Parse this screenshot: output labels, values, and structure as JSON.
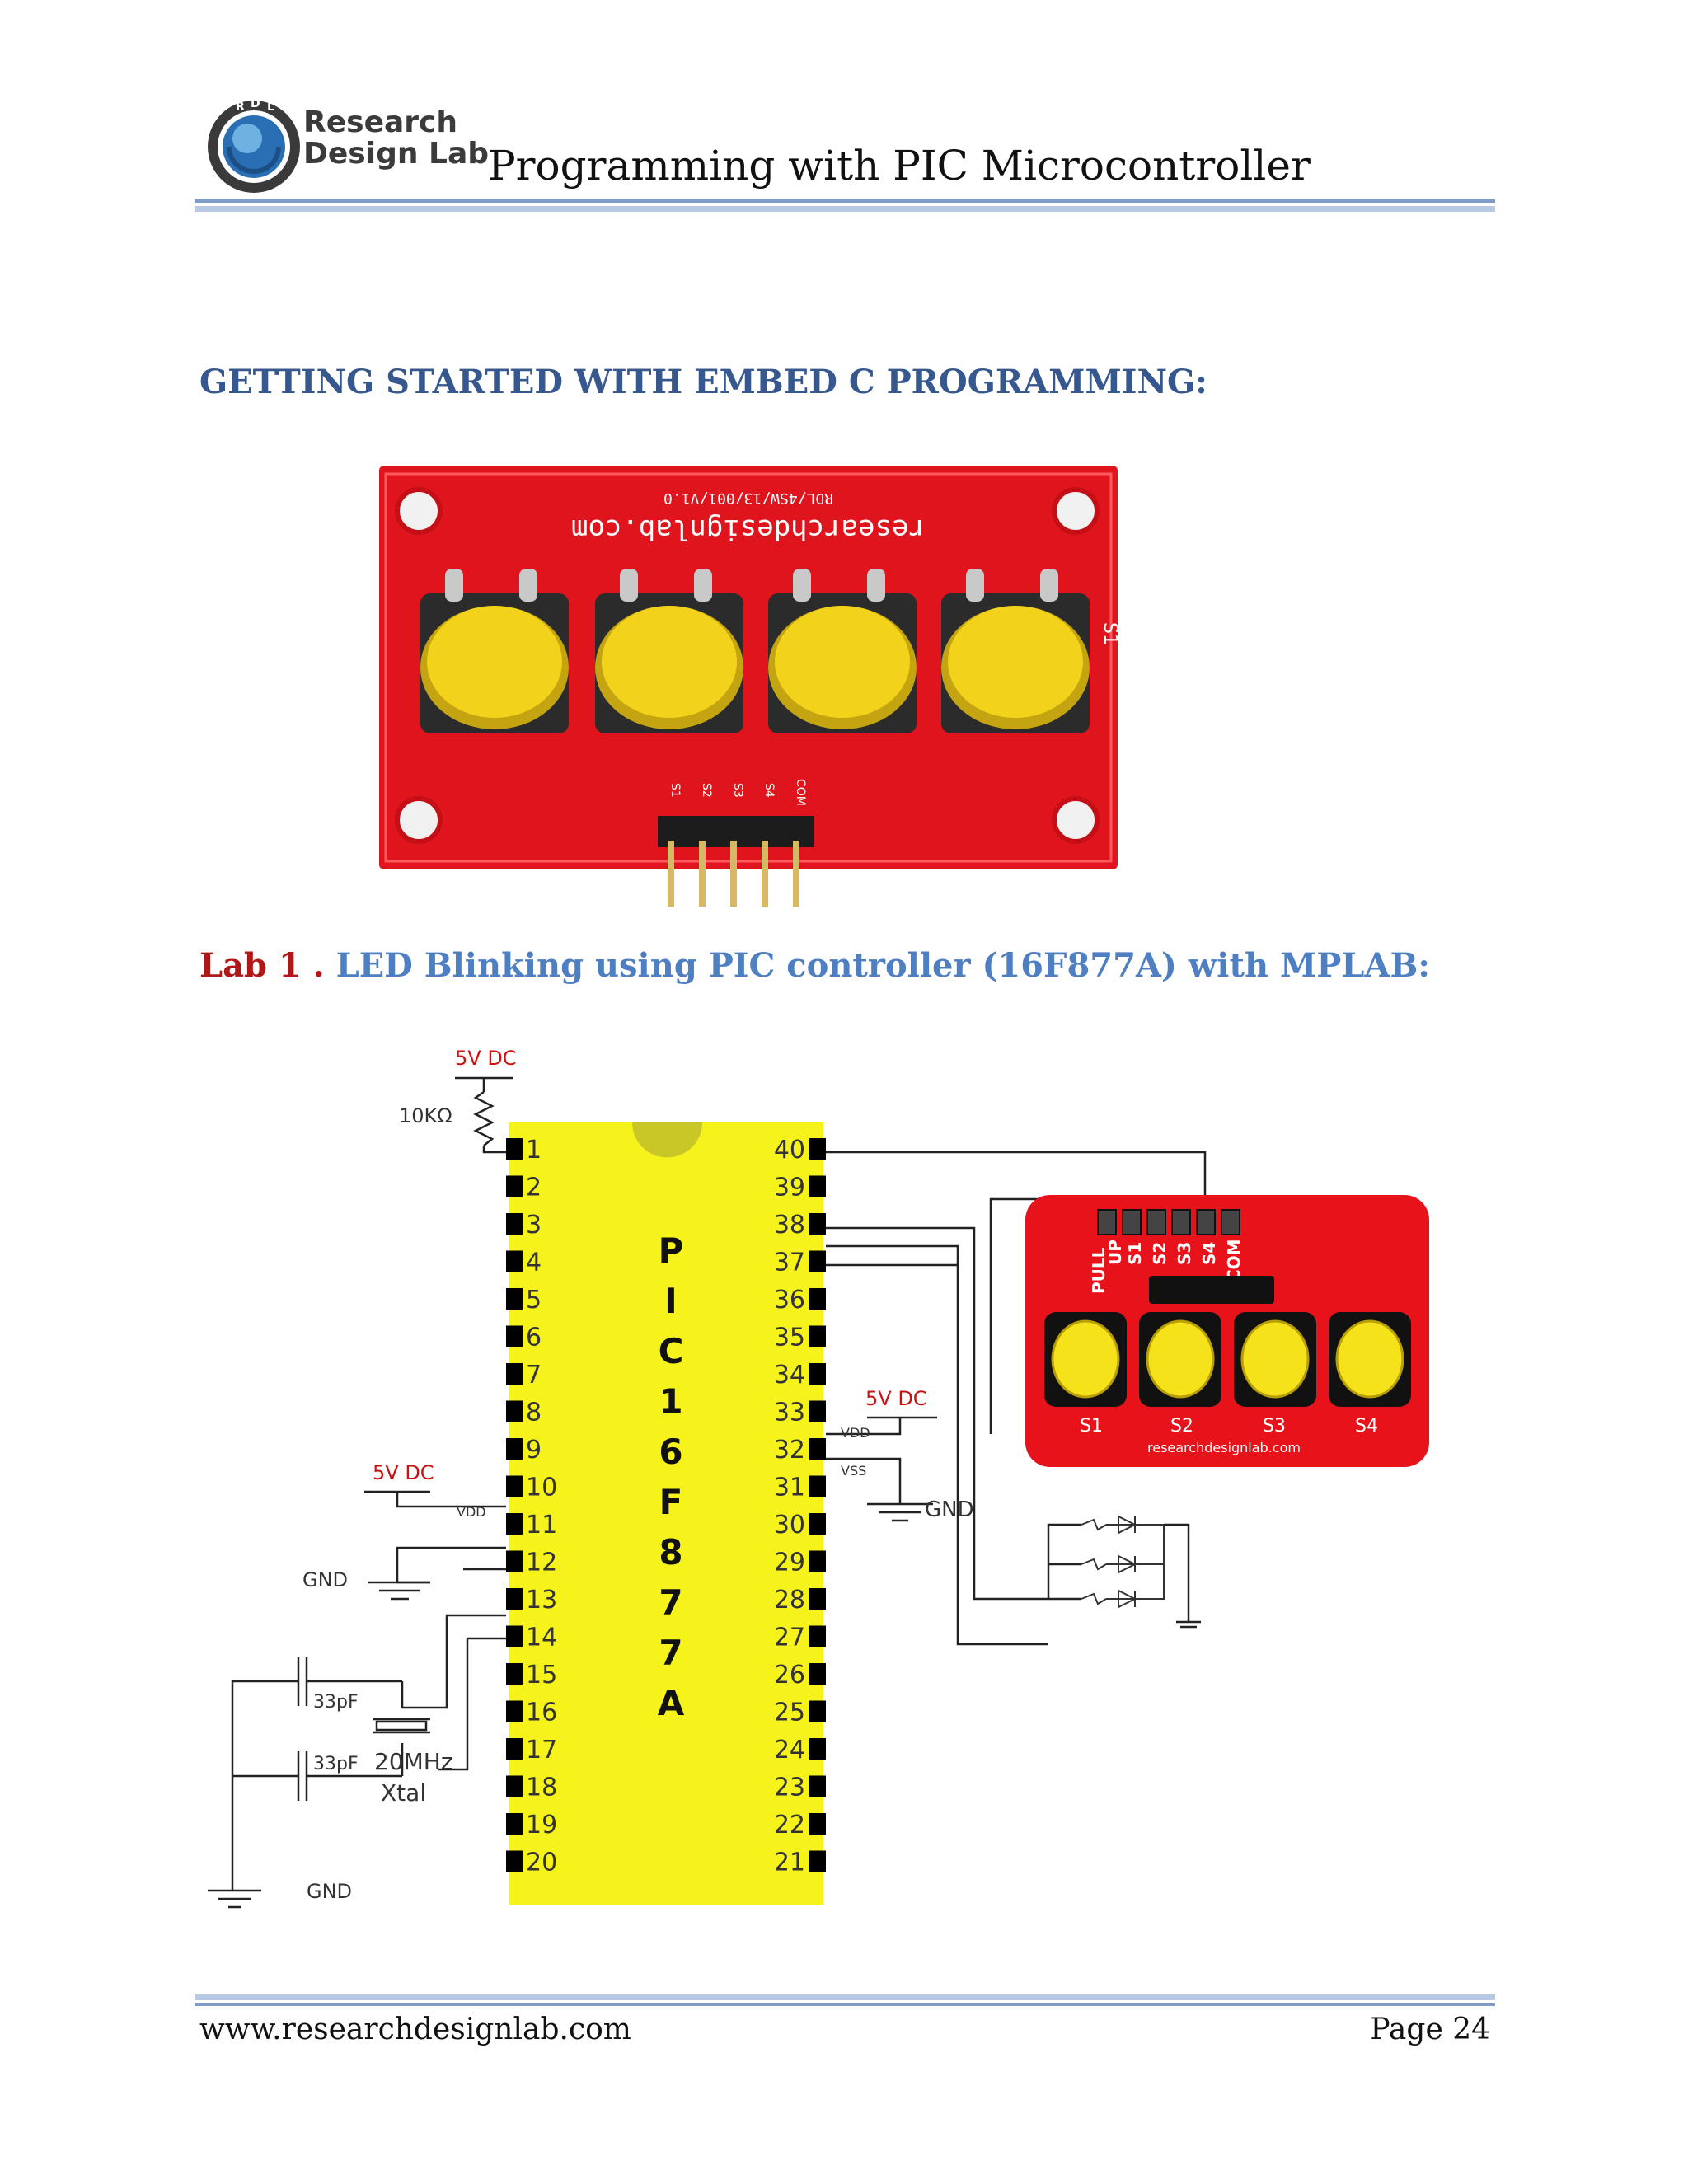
{
  "header": {
    "brand_line1": "Research",
    "brand_line2": "Design Lab",
    "logo_letters": [
      "R",
      "D",
      "L"
    ],
    "title": "Programming with PIC Microcontroller"
  },
  "section_heading": "GETTING STARTED WITH EMBED C PROGRAMMING:",
  "board_photo": {
    "silkscreen_line1": "researchdesignlab.com",
    "silkscreen_line2": "RDL/4SW/13/001/V1.0",
    "side_label": "S1",
    "pin_labels": [
      "S1",
      "S2",
      "S3",
      "S4",
      "COM"
    ]
  },
  "lab": {
    "number": "Lab 1 .",
    "title": "LED Blinking using PIC controller (16F877A) with MPLAB:"
  },
  "schematic": {
    "chip_name": [
      "P",
      "I",
      "C",
      "1",
      "6",
      "F",
      "8",
      "7",
      "7",
      "A"
    ],
    "left_pins": [
      "1",
      "2",
      "3",
      "4",
      "5",
      "6",
      "7",
      "8",
      "9",
      "10",
      "11",
      "12",
      "13",
      "14",
      "15",
      "16",
      "17",
      "18",
      "19",
      "20"
    ],
    "right_pins": [
      "40",
      "39",
      "38",
      "37",
      "36",
      "35",
      "34",
      "33",
      "32",
      "31",
      "30",
      "29",
      "28",
      "27",
      "26",
      "25",
      "24",
      "23",
      "22",
      "21"
    ],
    "supply_top": "5V DC",
    "resistor": "10KΩ",
    "supply_left": "5V DC",
    "vdd_left": "VDD",
    "gnd_left": "GND",
    "cap1": "33pF",
    "cap2": "33pF",
    "crystal": "20MHz",
    "crystal_label": "Xtal",
    "gnd_bottom": "GND",
    "supply_right": "5V DC",
    "vdd_right": "VDD",
    "vss_right": "VSS",
    "gnd_right": "GND",
    "module_pins": [
      "PULL",
      "UP",
      "S1",
      "S2",
      "S3",
      "S4",
      "COM"
    ],
    "module_buttons": [
      "S1",
      "S2",
      "S3",
      "S4"
    ],
    "module_url": "researchdesignlab.com"
  },
  "footer": {
    "url": "www.researchdesignlab.com",
    "page": "Page 24"
  },
  "colors": {
    "heading_blue": "#36588f",
    "lab_red": "#b01818",
    "lab_blue": "#4f7fc3",
    "pcb_red": "#e0141c",
    "button_yellow": "#f2d21a",
    "chip_yellow": "#f5f21c"
  }
}
